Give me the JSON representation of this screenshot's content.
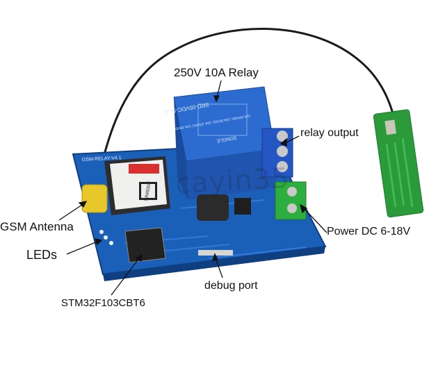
{
  "labels": {
    "relay": "250V 10A Relay",
    "relay_output": "relay output",
    "gsm_antenna": "GSM Antenna",
    "leds": "LEDs",
    "power": "Power DC 6-18V",
    "debug_port": "debug port",
    "mcu": "STM32F103CBT6"
  },
  "board": {
    "silkscreen": "GSM-RELAY-V4.1",
    "module": "SIM800C",
    "relay_top": "SRD-05VDC-SL-C",
    "relay_brand": "SONGLE",
    "relay_rating": "10A 250VAC 10A 30VDC 10A 125VAC 10A 28VDC"
  },
  "watermark": "cayin35",
  "colors": {
    "pcb": "#1a5fb8",
    "relay": "#2c6cd0",
    "terminal_blue": "#2456c4",
    "terminal_green": "#2eae3e",
    "antenna_pcb": "#2a9a3a"
  }
}
